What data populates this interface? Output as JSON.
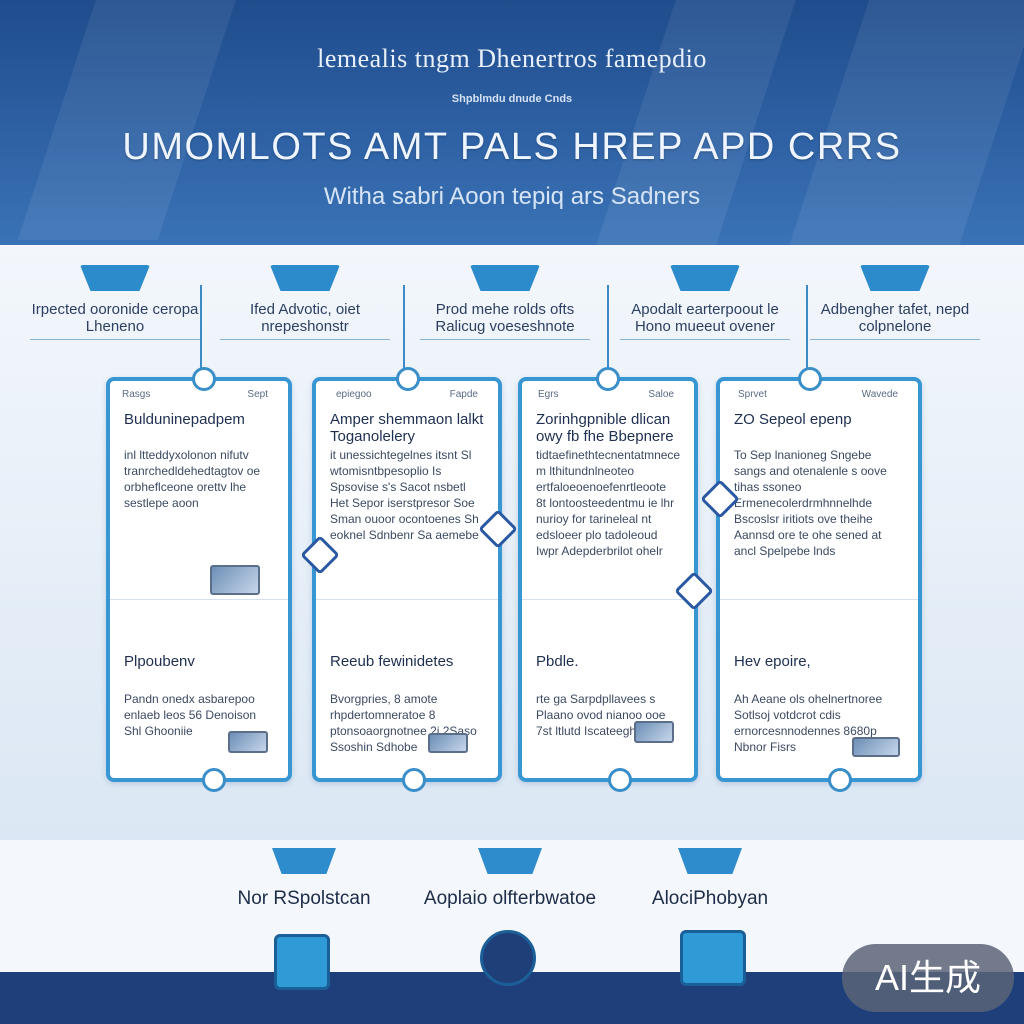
{
  "header": {
    "line1": "lemealis tngm Dhenertros famepdio",
    "line2": "Shpblmdu dnude Cnds",
    "title": "UMOMLOTS AMT PALS HREP APD CRRS",
    "subtitle": "Witha sabri Aoon tepiq ars Sadners"
  },
  "phases": [
    {
      "label": "Irpected ooronide ceropa Lheneno"
    },
    {
      "label": "Ifed Advotic, oiet nrepeshonstr"
    },
    {
      "label": "Prod mehe rolds ofts Ralicug voeseshnote"
    },
    {
      "label": "Apodalt earterpoout le Hono mueeut ovener"
    },
    {
      "label": "Adbengher tafet, nepd colpnelone"
    }
  ],
  "cards": [
    {
      "tag_left": "Rasgs",
      "tag_right": "Sept",
      "title": "Bulduninepadpem",
      "body": "inl ltteddyxolonon nifutv tranrchedldehedtagtov oe orbheflceone orettv lhe sestlepe aoon",
      "title2": "Plpoubenv",
      "body2": "Pandn onedx asbarepoo enlaeb leos 56 Denoison Shl Ghooniie"
    },
    {
      "tag_left": "epiegoo",
      "tag_right": "Fapde",
      "title": "Amper shemmaon lalkt Toganolelery",
      "body": "it unessichtegelnes itsnt Sl wtomisntbpesoplio Is Spsovise s's Sacot nsbetl Het Sepor iserstpresor Soe Sman ouoor ocontoenes Sh eoknel Sdnbenr Sa aemebe",
      "title2": "Reeub fewinidetes",
      "body2": "Bvorgpries, 8 amote rhpdertomneratoe 8 ptonsoaorgnotnee 2i 2Saso Ssoshin Sdhobe"
    },
    {
      "tag_left": "Egrs",
      "tag_right": "Saloe",
      "title": "Zorinhgpnible dlican owy fb fhe Bbepnere",
      "body": "tidtaefinethtecnentatmnece m lthitundnlneoteo ertfaloeoenoefenrtleoote 8t lontoosteedentmu ie lhr nurioy for tarineleal nt edsloeer plo tadoleoud Iwpr Adepderbrilot ohelr",
      "title2": "Pbdle.",
      "body2": "rte ga Sarpdpllavees s Plaano ovod nianoo ooe 7st ltlutd Iscateegh Eise"
    },
    {
      "tag_left": "Sprvet",
      "tag_right": "Wavede",
      "title": "ZO Sepeol epenp",
      "body": "To Sep lnanioneg Sngebe sangs and otenalenle s oove tihas ssoneo Ermenecolerdrmhnnelhde Bscoslsr iritiots ove theihe Aannsd ore te ohe sened at ancl Spelpebe lnds",
      "title2": "Hev epoire,",
      "body2": "Ah Aeane ols ohelnertnoree Sotlsoj votdcrot cdis ernorcesnnodennes 8680p Nbnor Fisrs"
    }
  ],
  "legend": [
    {
      "label": "Nor RSpolstcan"
    },
    {
      "label": "Aoplaio olfterbwatoe"
    },
    {
      "label": "AlociPhobyan"
    }
  ],
  "badge": {
    "label": "AI生成"
  }
}
